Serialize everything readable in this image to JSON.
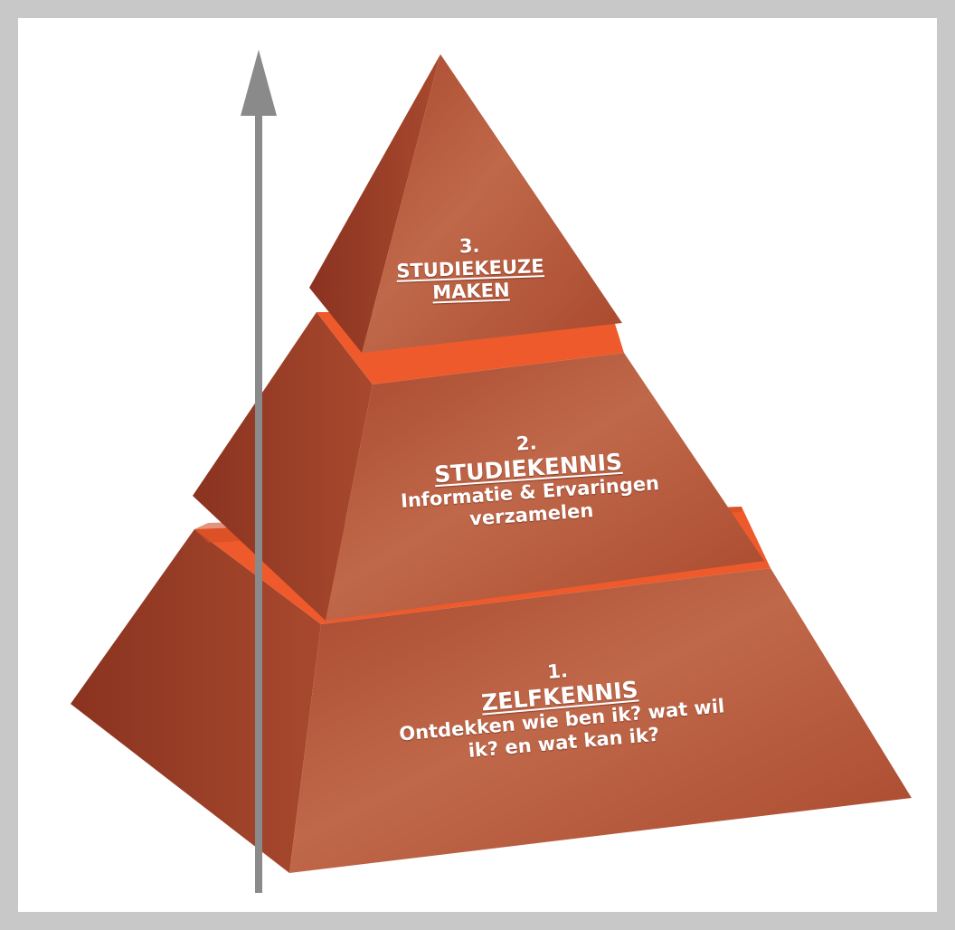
{
  "diagram": {
    "type": "pyramid",
    "colors": {
      "frame": "#c8c8c8",
      "background": "#ffffff",
      "face_light": "#b95a3e",
      "face_dark": "#8e3520",
      "band_highlight": "#f2592a",
      "arrow": "#8a8a8a",
      "text": "#ffffff"
    },
    "arrow_icon": "up-arrow-icon",
    "tiers": [
      {
        "number": "3.",
        "title_line1": "STUDIEKEUZE",
        "title_line2": "MAKEN",
        "description": ""
      },
      {
        "number": "2.",
        "title": "STUDIEKENNIS",
        "description_line1": "Informatie & Ervaringen",
        "description_line2": "verzamelen"
      },
      {
        "number": "1.",
        "title": "ZELFKENNIS",
        "description_line1": "Ontdekken wie ben ik? wat wil",
        "description_line2": "ik? en wat kan ik?"
      }
    ]
  }
}
